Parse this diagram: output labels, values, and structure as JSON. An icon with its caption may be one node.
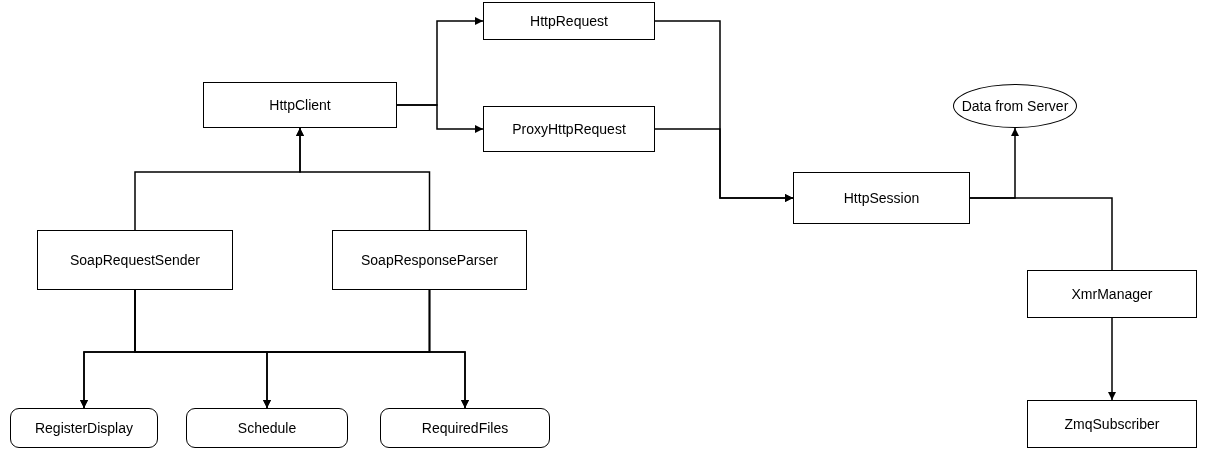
{
  "diagram": {
    "nodes": [
      {
        "text": [
          "HttpRequest"
        ]
      },
      {
        "text": [
          "HttpClient"
        ]
      },
      {
        "text": [
          "ProxyHttpRequest"
        ]
      },
      {
        "text": [
          "Data from Server"
        ]
      },
      {
        "text": [
          "HttpSession"
        ]
      },
      {
        "text": [
          "SoapRequestSender"
        ]
      },
      {
        "text": [
          "SoapResponseParser"
        ]
      },
      {
        "text": [
          "XmrManager"
        ]
      },
      {
        "text": [
          "RegisterDisplay"
        ]
      },
      {
        "text": [
          "Schedule"
        ]
      },
      {
        "text": [
          "RequiredFiles"
        ]
      },
      {
        "text": [
          "ZmqSubscriber"
        ]
      }
    ],
    "edges": [
      {
        "from": 1,
        "to": 0,
        "arrow": "to"
      },
      {
        "from": 1,
        "to": 2,
        "arrow": "to"
      },
      {
        "from": 0,
        "to": 4,
        "arrow": "to"
      },
      {
        "from": 2,
        "to": 4,
        "arrow": "to"
      },
      {
        "from": 5,
        "to": 1,
        "arrow": "to"
      },
      {
        "from": 6,
        "to": 1,
        "arrow": "to"
      },
      {
        "from": 5,
        "to": 8,
        "arrow": "to"
      },
      {
        "from": 5,
        "to": 9,
        "arrow": "to"
      },
      {
        "from": 5,
        "to": 10,
        "arrow": "to"
      },
      {
        "from": 6,
        "to": 8,
        "arrow": "to"
      },
      {
        "from": 6,
        "to": 9,
        "arrow": "to"
      },
      {
        "from": 6,
        "to": 10,
        "arrow": "to"
      },
      {
        "from": 4,
        "to": 3,
        "arrow": "to"
      },
      {
        "from": 4,
        "to": 7,
        "arrow": "none"
      },
      {
        "from": 7,
        "to": 11,
        "arrow": "to"
      }
    ]
  }
}
